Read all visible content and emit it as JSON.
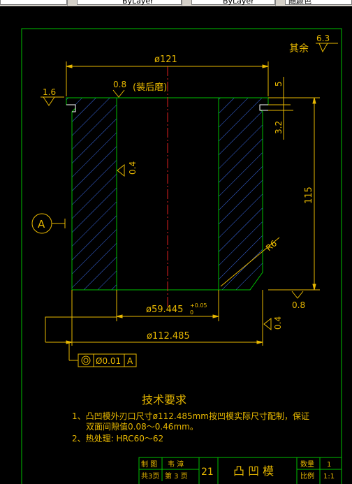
{
  "toolbar": {
    "linetype_value": "ByLayer",
    "lineweight_value": "ByLayer",
    "plotstyle_value": "随颜色"
  },
  "drawing": {
    "roughness_other": "其余",
    "roughness_other_value": "6.3",
    "dim_outer_top": "ø121",
    "roughness_top_left": "1.6",
    "roughness_inner_top": "0.8",
    "note_after_grind": "(装后磨)",
    "dim_step_height": "5",
    "dim_step_depth": "3.2",
    "roughness_inner_wall": "0.4",
    "dim_total_height": "115",
    "datum_label": "A",
    "radius_label": "R6",
    "roughness_bottom": "0.8",
    "dim_bore": "ø59.445",
    "dim_bore_tol_upper": "+0.05",
    "dim_bore_tol_lower": "0",
    "dim_outer_main": "ø112.485",
    "roughness_outer": "0.4",
    "tol_value": "Ø0.01",
    "tol_datum": "A",
    "tech_title": "技术要求",
    "tech_line1": "1、凸凹模外刃口尺寸ø112.485mm按凹模实际尺寸配制，保证",
    "tech_line1b": "双面间隙值0.08～0.46mm。",
    "tech_line2": "2、热处理: HRC60～62"
  },
  "title_block": {
    "made_by_label": "制 图",
    "made_by_name": "韦 漳",
    "sheets_total": "共3页",
    "sheet_no": "第 3 页",
    "drawing_no": "21",
    "part_name": "凸 凹 模",
    "qty_label": "数量",
    "qty_value": "1",
    "scale_label": "比例",
    "scale_value": "1:1"
  },
  "colors": {
    "background": "#000000",
    "border": "#00c000",
    "dimension": "#e8b800",
    "hatch": "#3c6ef0",
    "centerline": "#e02020",
    "annotation": "#ffffff"
  }
}
